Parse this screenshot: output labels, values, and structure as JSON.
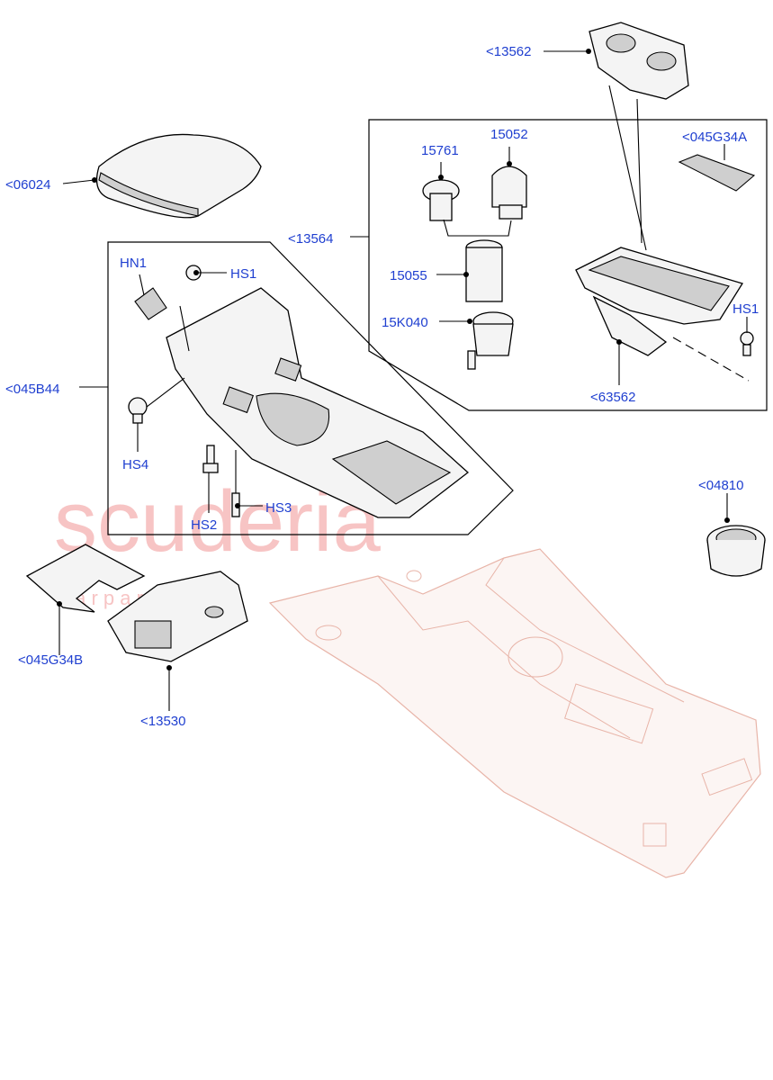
{
  "watermark": {
    "brand": "scuderia",
    "sub": "c a r   p a r t s"
  },
  "labels": {
    "p06024": "<06024",
    "p13562": "<13562",
    "p13564": "<13564",
    "p15761": "15761",
    "p15052": "15052",
    "p045G34A": "<045G34A",
    "p15055": "15055",
    "p15K040": "15K040",
    "hs1_right": "HS1",
    "p63562": "<63562",
    "hn1": "HN1",
    "hs1_left": "HS1",
    "p045B44": "<045B44",
    "hs4": "HS4",
    "hs2": "HS2",
    "hs3": "HS3",
    "p04810": "<04810",
    "p045G34B": "<045G34B",
    "p13530": "<13530"
  }
}
